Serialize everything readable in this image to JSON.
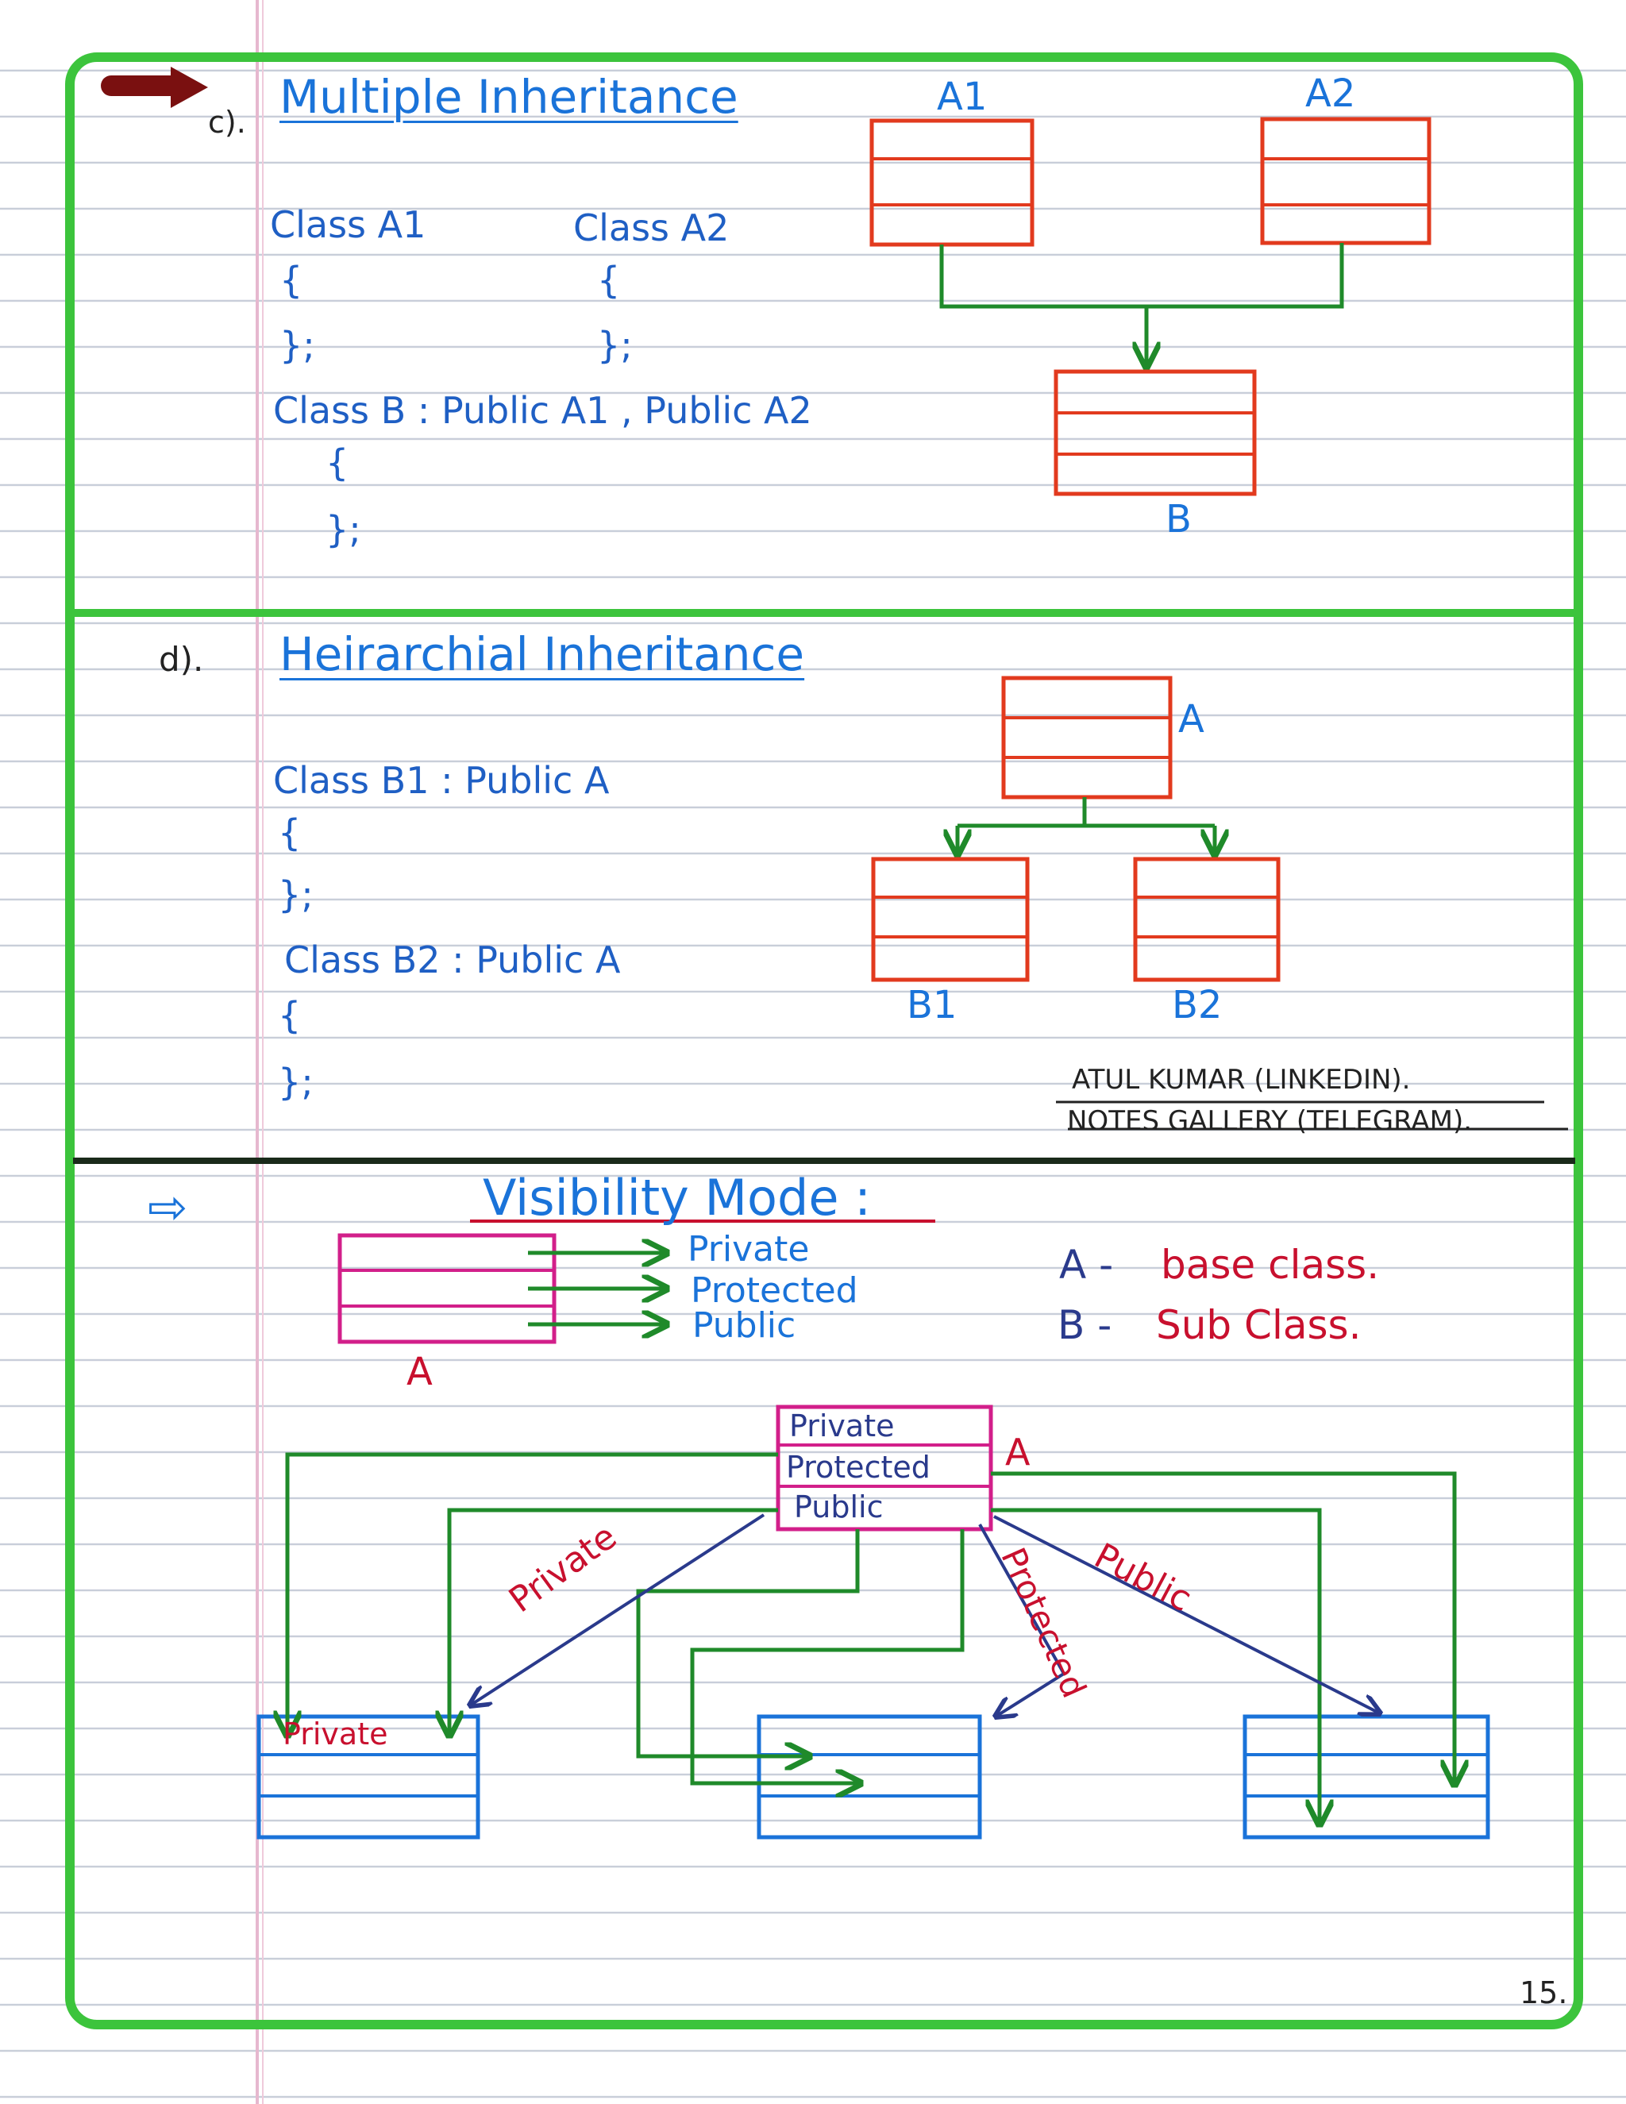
{
  "section_c": {
    "marker": "c).",
    "title": "Multiple Inheritance",
    "code": {
      "class_a1": "Class A1",
      "class_a2": "Class A2",
      "open_brace_1": "{",
      "close_brace_1": "};",
      "open_brace_2": "{",
      "close_brace_2": "};",
      "class_b": "Class B :  Public A1 ,  Public A2",
      "open_brace_3": "{",
      "close_brace_3": "};"
    },
    "diagram": {
      "label_a1": "A1",
      "label_a2": "A2",
      "label_b": "B"
    }
  },
  "section_d": {
    "marker": "d).",
    "title": "Heirarchial Inheritance",
    "code": {
      "class_b1": "Class B1 :  Public A",
      "open_brace_1": "{",
      "close_brace_1": "};",
      "class_b2": "Class B2 :  Public A",
      "open_brace_2": "{",
      "close_brace_2": "};"
    },
    "diagram": {
      "label_a": "A",
      "label_b1": "B1",
      "label_b2": "B2"
    },
    "credit": {
      "line1": "ATUL KUMAR (LINKEDIN).",
      "line2": "NOTES GALLERY (TELEGRAM)."
    }
  },
  "visibility": {
    "title": "Visibility Mode :",
    "modes": [
      "Private",
      "Protected",
      "Public"
    ],
    "class_label": "A",
    "legend": {
      "a_key": "A -",
      "a_value": "base class.",
      "b_key": "B -",
      "b_value": "Sub Class."
    },
    "base_box": {
      "rows": [
        "Private",
        "Protected",
        "Public"
      ],
      "label": "A"
    },
    "arrow_labels": {
      "private": "Private",
      "protected": "Protected",
      "public": "Public"
    },
    "sub_private_row": "Private"
  },
  "page_number": "15.",
  "colors": {
    "frame_green": "#3cc43c",
    "arrow_green": "#1f8a2a",
    "box_red": "#e23a1e",
    "box_blue": "#1a73d9",
    "box_magenta": "#d21f8a",
    "navy": "#2a3a8c",
    "label_red": "#c8102e"
  }
}
